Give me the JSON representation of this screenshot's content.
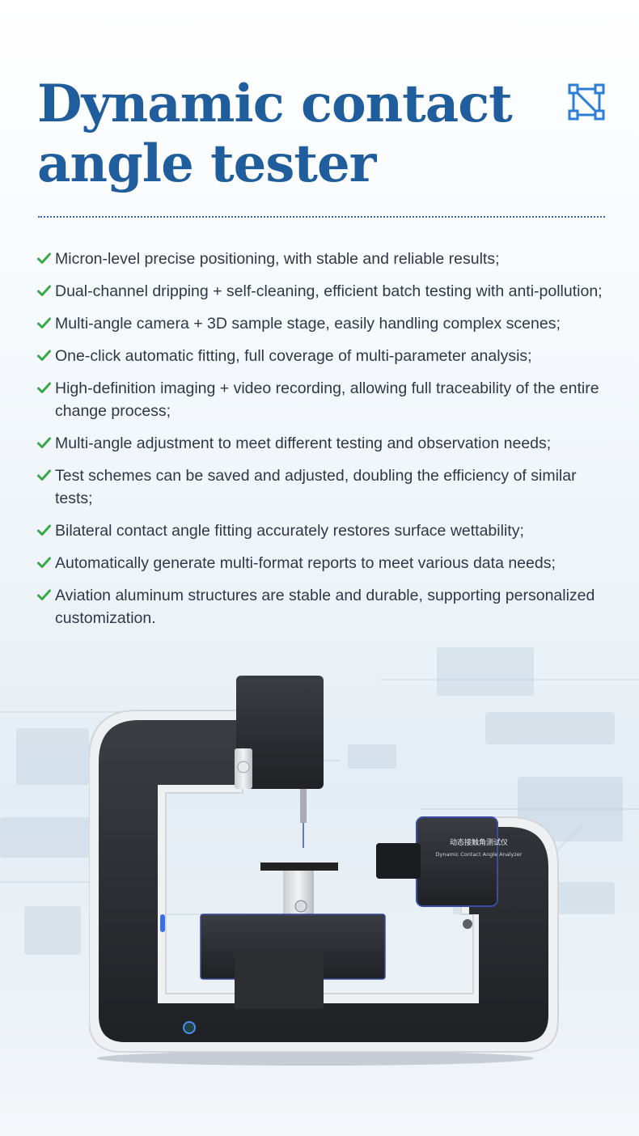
{
  "header": {
    "title_line1": "Dynamic contact",
    "title_line2": "angle tester",
    "logo_icon": "circuit-node-icon",
    "accent_color": "#1f5d9c"
  },
  "features": [
    "Micron-level precise positioning, with stable and reliable results;",
    "Dual-channel dripping + self-cleaning, efficient batch testing with anti-pollution;",
    "Multi-angle camera + 3D sample stage, easily handling complex scenes;",
    "One-click automatic fitting, full coverage of multi-parameter analysis;",
    "High-definition imaging + video recording, allowing full traceability of the entire change process;",
    "Multi-angle adjustment to meet different testing and observation needs;",
    "Test schemes can be saved and adjusted, doubling the efficiency of similar tests;",
    "Bilateral contact angle fitting accurately restores surface wettability;",
    "Automatically generate multi-format reports to meet various data needs;",
    "Aviation aluminum structures are stable and durable, supporting personalized customization."
  ],
  "check_icon": "check-icon",
  "check_color": "#3ba84a",
  "product": {
    "label_cn": "动态接触角测试仪",
    "label_en": "Dynamic Contact Angle Analyzer"
  }
}
